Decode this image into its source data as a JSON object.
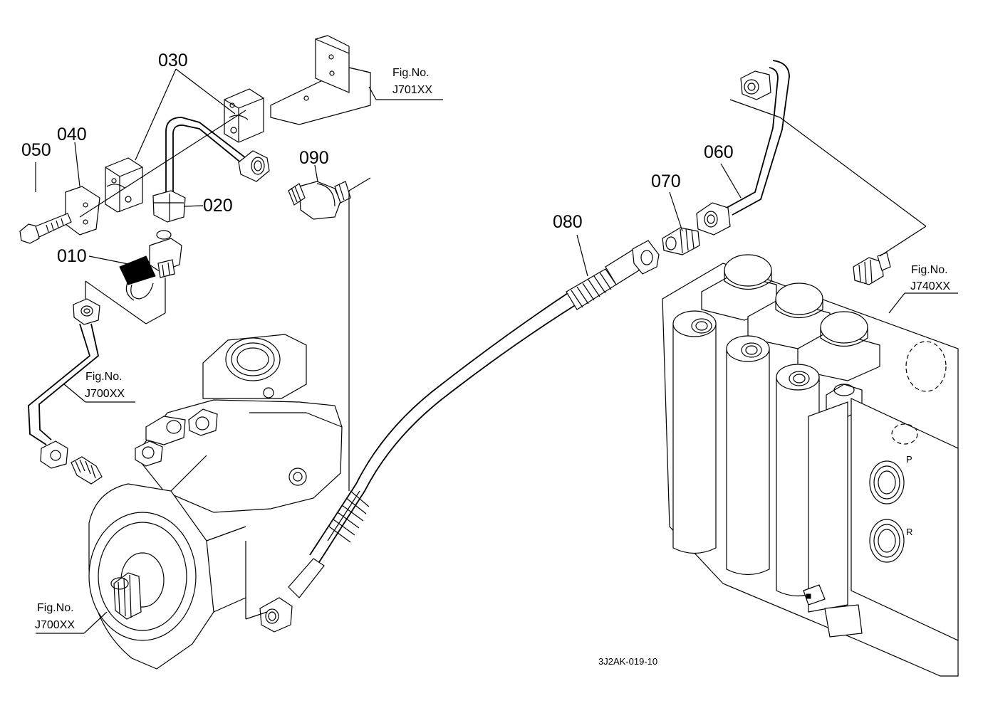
{
  "diagram": {
    "part_labels": {
      "p010": "010",
      "p020": "020",
      "p030": "030",
      "p040": "040",
      "p050": "050",
      "p060": "060",
      "p070": "070",
      "p080": "080",
      "p090": "090"
    },
    "figure_refs": {
      "j701": {
        "prefix": "Fig.No.",
        "code": "J701XX"
      },
      "j740": {
        "prefix": "Fig.No.",
        "code": "J740XX"
      },
      "j700_upper": {
        "prefix": "Fig.No.",
        "code": "J700XX"
      },
      "j700_lower": {
        "prefix": "Fig.No.",
        "code": "J700XX"
      }
    },
    "drawing_code": "3J2AK-019-10"
  }
}
